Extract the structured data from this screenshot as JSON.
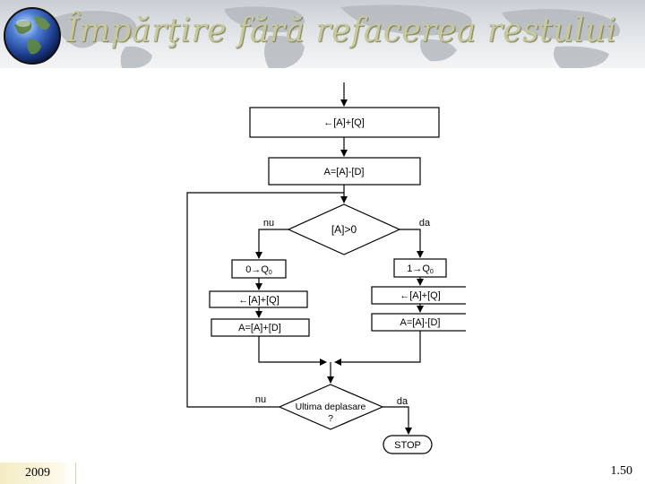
{
  "slide": {
    "title": "Împărţire fără refacerea restului",
    "year": "2009",
    "page_number": "1.50"
  },
  "icons": {
    "globe": "globe-icon",
    "world_map": "world-map-background"
  },
  "colors": {
    "title_text": "#c8c89a",
    "box_stroke": "#000000",
    "line_stroke": "#000000"
  },
  "flowchart": {
    "box_shift": "←[A]+[Q]",
    "box_subtract": "A=[A]-[D]",
    "decision_a_positive": "[A]>0",
    "label_no_left": "nu",
    "label_yes_right": "da",
    "left_q0_prefix": "0",
    "right_q0_prefix": "1",
    "q0_symbol": "Q",
    "q0_subscript": "0",
    "left_shift": "←[A]+[Q]",
    "left_add": "A=[A]+[D]",
    "right_shift": "←[A]+[Q]",
    "right_subtract": "A=[A]-[D]",
    "decision_last_line1": "Ultima deplasare",
    "decision_last_line2": "?",
    "label_no_loop": "nu",
    "label_yes_stop": "da",
    "terminal_stop": "STOP"
  }
}
